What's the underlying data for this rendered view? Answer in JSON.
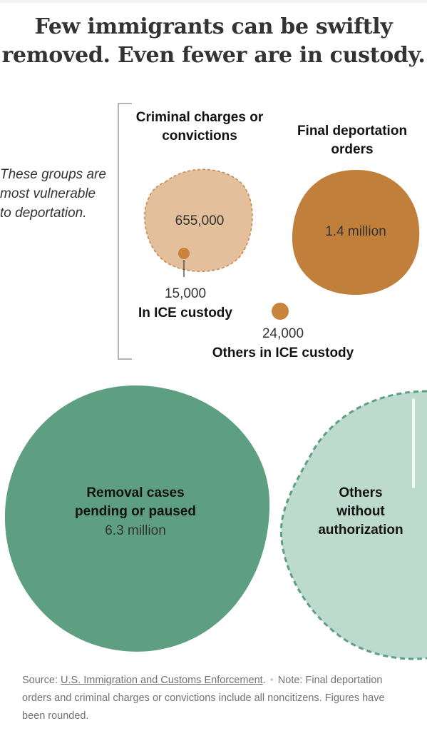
{
  "title_line1": "Few immigrants can be swiftly",
  "title_line2": "removed. Even fewer are in custody.",
  "side_note": "These groups are most vulnerable to deportation.",
  "groups": {
    "criminal": {
      "label_line1": "Criminal charges or",
      "label_line2": "convictions",
      "value_label": "655,000",
      "value": 655000,
      "color": "#e4bf9b",
      "stroke": "#c8884c"
    },
    "in_custody": {
      "value_label": "15,000",
      "label": "In ICE custody",
      "value": 15000,
      "color": "#c8833d"
    },
    "final_orders": {
      "label_line1": "Final deportation",
      "label_line2": "orders",
      "value_label": "1.4 million",
      "value": 1400000,
      "color": "#c07f3b"
    },
    "others_custody": {
      "value_label": "24,000",
      "label": "Others in ICE custody",
      "value": 24000,
      "color": "#c8833d"
    },
    "removal_cases": {
      "label_line1": "Removal cases",
      "label_line2": "pending or paused",
      "value_label": "6.3 million",
      "value": 6300000,
      "color": "#5e9f82"
    },
    "others_unauth": {
      "label_line1": "Others",
      "label_line2": "without",
      "label_line3": "authorization",
      "color": "#bcdbce",
      "stroke": "#5e9f82"
    }
  },
  "footer": {
    "source_prefix": "Source: ",
    "source_link": "U.S. Immigration and Customs Enforcement",
    "source_suffix": ".",
    "separator": "•",
    "note": "Note: Final deportation orders and criminal charges or convictions include all noncitizens. Figures have been rounded."
  }
}
